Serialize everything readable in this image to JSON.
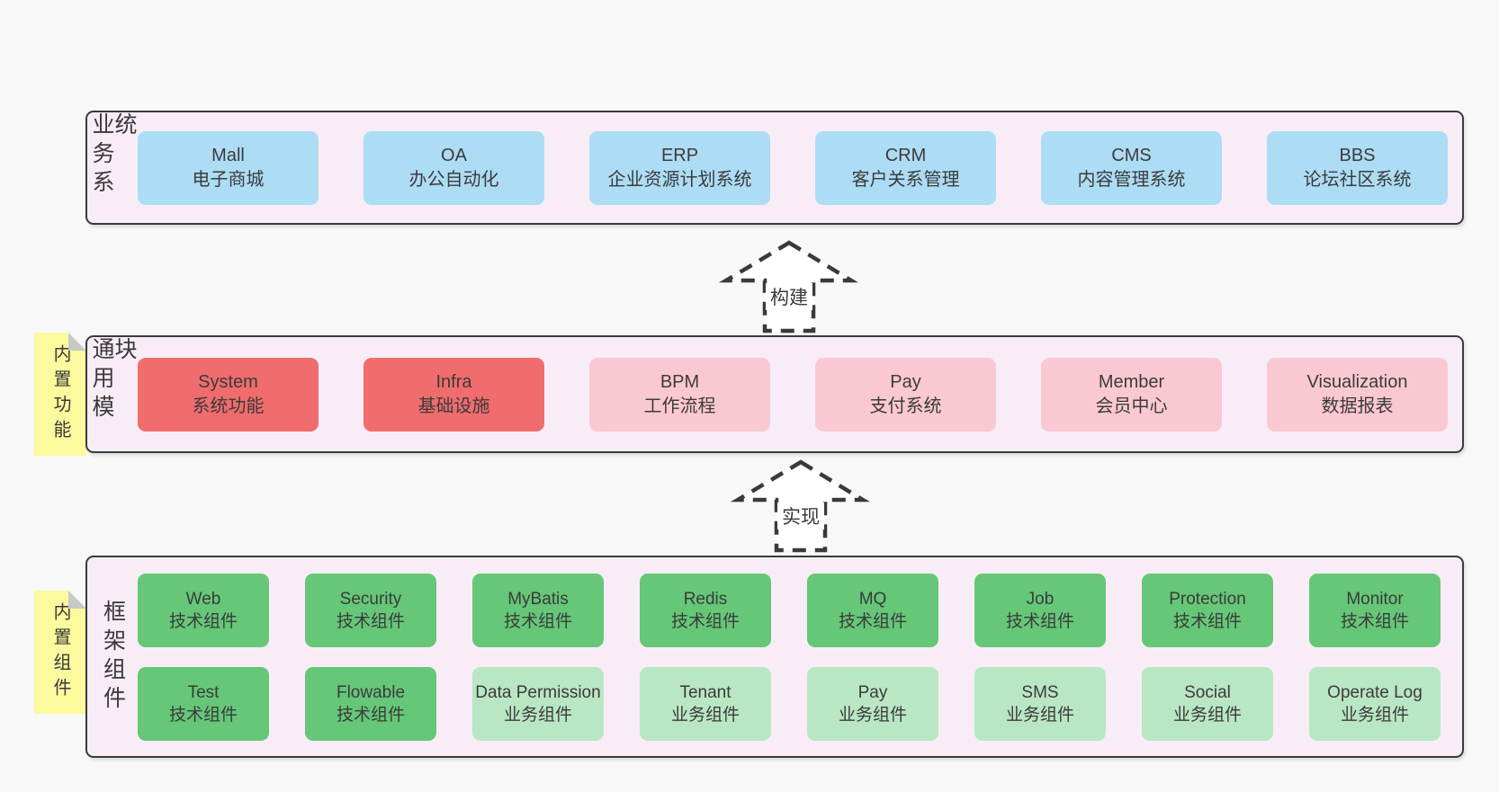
{
  "diagram": {
    "layers": [
      {
        "label": "业务系统",
        "boxes": [
          {
            "name": "Mall",
            "desc": "电子商城"
          },
          {
            "name": "OA",
            "desc": "办公自动化"
          },
          {
            "name": "ERP",
            "desc": "企业资源计划系统"
          },
          {
            "name": "CRM",
            "desc": "客户关系管理"
          },
          {
            "name": "CMS",
            "desc": "内容管理系统"
          },
          {
            "name": "BBS",
            "desc": "论坛社区系统"
          }
        ]
      },
      {
        "label": "通用模块",
        "note": "内置功能",
        "boxes": [
          {
            "name": "System",
            "desc": "系统功能"
          },
          {
            "name": "Infra",
            "desc": "基础设施"
          },
          {
            "name": "BPM",
            "desc": "工作流程"
          },
          {
            "name": "Pay",
            "desc": "支付系统"
          },
          {
            "name": "Member",
            "desc": "会员中心"
          },
          {
            "name": "Visualization",
            "desc": "数据报表"
          }
        ]
      },
      {
        "label": "框架组件",
        "note": "内置组件",
        "rows": [
          [
            {
              "name": "Web",
              "desc": "技术组件"
            },
            {
              "name": "Security",
              "desc": "技术组件"
            },
            {
              "name": "MyBatis",
              "desc": "技术组件"
            },
            {
              "name": "Redis",
              "desc": "技术组件"
            },
            {
              "name": "MQ",
              "desc": "技术组件"
            },
            {
              "name": "Job",
              "desc": "技术组件"
            },
            {
              "name": "Protection",
              "desc": "技术组件"
            },
            {
              "name": "Monitor",
              "desc": "技术组件"
            }
          ],
          [
            {
              "name": "Test",
              "desc": "技术组件"
            },
            {
              "name": "Flowable",
              "desc": "技术组件"
            },
            {
              "name": "Data Permission",
              "desc": "业务组件"
            },
            {
              "name": "Tenant",
              "desc": "业务组件"
            },
            {
              "name": "Pay",
              "desc": "业务组件"
            },
            {
              "name": "SMS",
              "desc": "业务组件"
            },
            {
              "name": "Social",
              "desc": "业务组件"
            },
            {
              "name": "Operate Log",
              "desc": "业务组件"
            }
          ]
        ]
      }
    ],
    "arrows": [
      {
        "label": "构建"
      },
      {
        "label": "实现"
      }
    ],
    "colors": {
      "page_bg": "#f8f8f8",
      "layer_bg": "#f8edf6",
      "border": "#3a3a3a",
      "blue": "#addcf5",
      "red": "#f16c6d",
      "pink": "#fac8d2",
      "green_dark": "#65c777",
      "green_light": "#b9e6c3",
      "sticky_yellow": "#fbfa9d",
      "sticky_fold": "#c8c8c8",
      "text": "#3b3b3b"
    }
  }
}
